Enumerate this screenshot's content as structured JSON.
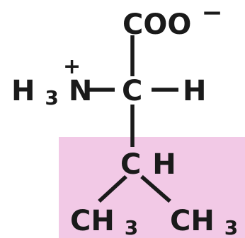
{
  "molecule": {
    "carboxylate": {
      "group": "COO",
      "charge": "−"
    },
    "amino": {
      "charge": "+",
      "h": "H",
      "h_count": "3",
      "n": "N"
    },
    "alpha_carbon": "C",
    "alpha_hydrogen": "H",
    "side_chain": {
      "ch": "C",
      "ch_h": "H",
      "methyl_left": {
        "ch": "CH",
        "sub": "3"
      },
      "methyl_right": {
        "ch": "CH",
        "sub": "3"
      }
    }
  },
  "colors": {
    "side_chain_highlight": "#f2c9e6",
    "ink": "#1a1a1a"
  }
}
